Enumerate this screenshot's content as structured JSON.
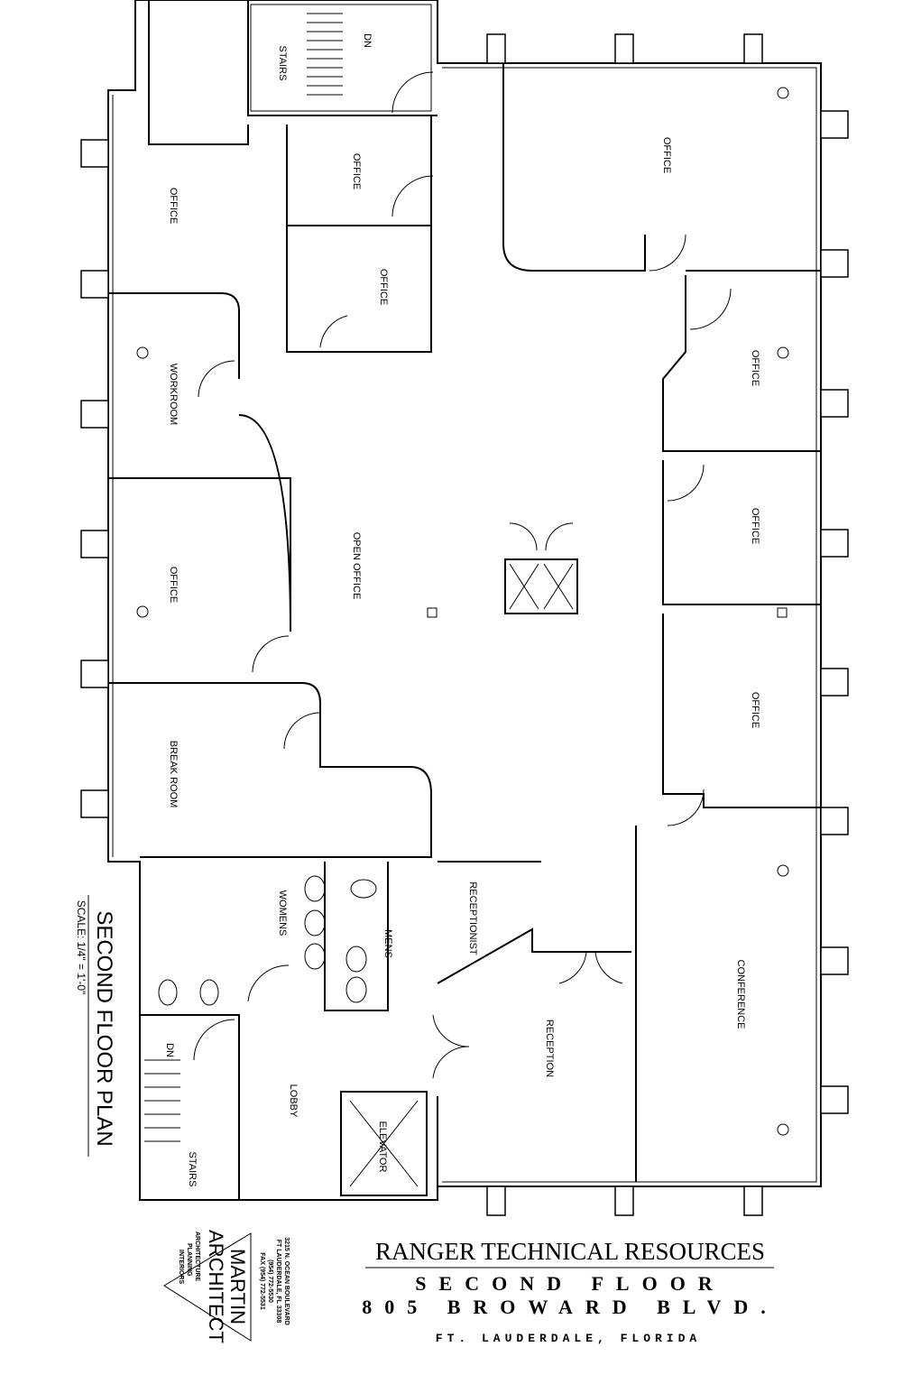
{
  "rooms": {
    "stairs_top": "STAIRS",
    "dn_top": "DN",
    "office_a": "OFFICE",
    "office_b": "OFFICE",
    "office_c": "OFFICE",
    "office_d": "OFFICE",
    "workroom": "WORKROOM",
    "office_e": "OFFICE",
    "open_office": "OPEN OFFICE",
    "office_f": "OFFICE",
    "office_g": "OFFICE",
    "office_h": "OFFICE",
    "break_room": "BREAK ROOM",
    "womens": "WOMENS",
    "receptionist": "RECEPTIONIST",
    "mens": "MENS",
    "conference": "CONFERENCE",
    "reception": "RECEPTION",
    "dn_bottom": "DN",
    "lobby": "LOBBY",
    "elevator": "ELEVATOR",
    "stairs_bottom": "STAIRS"
  },
  "plan_title": "SECOND FLOOR PLAN",
  "scale": "SCALE: 1/4\" = 1'-0\"",
  "title_block": {
    "client": "RANGER TECHNICAL RESOURCES",
    "floor": "SECOND FLOOR",
    "address": "805 BROWARD BLVD.",
    "city": "FT. LAUDERDALE, FLORIDA"
  },
  "architect": {
    "name": "MARTIN",
    "role": "ARCHITECT",
    "address_lines": [
      "3215 N. OCEAN BOULEVARD",
      "FT LAUDERDALE, FL 33308",
      "(954) 772-5530",
      "FAX (954) 772-5531"
    ],
    "services": [
      "ARCHITECTURE",
      "PLANNING",
      "INTERIORS"
    ]
  }
}
